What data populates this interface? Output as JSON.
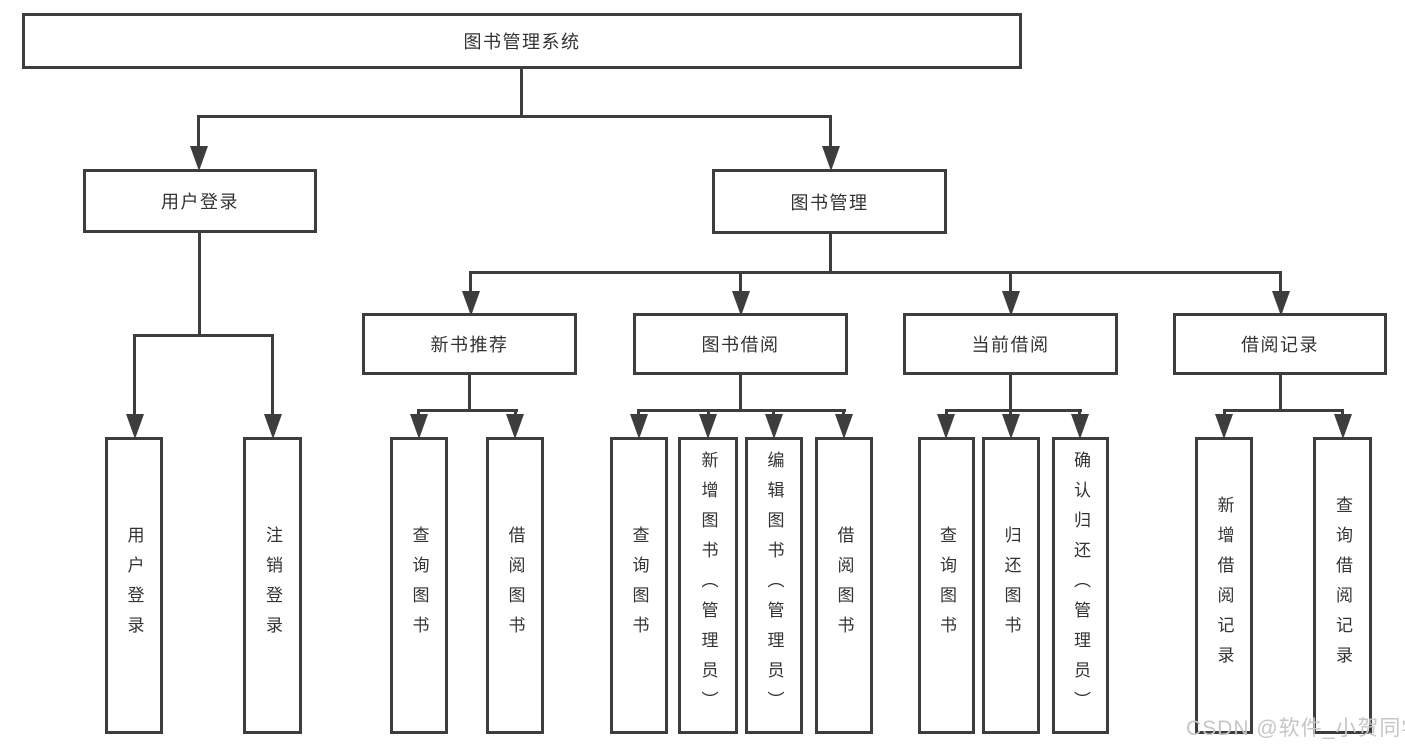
{
  "diagram": {
    "root_label": "图书管理系统",
    "branches": [
      {
        "label": "用户登录",
        "children": [
          "用户登录",
          "注销登录"
        ]
      },
      {
        "label": "图书管理",
        "groups": [
          {
            "label": "新书推荐",
            "children": [
              "查询图书",
              "借阅图书"
            ]
          },
          {
            "label": "图书借阅",
            "children": [
              "查询图书",
              "新增图书（管理员）",
              "编辑图书（管理员）",
              "借阅图书"
            ]
          },
          {
            "label": "当前借阅",
            "children": [
              "查询图书",
              "归还图书",
              "确认归还（管理员）"
            ]
          },
          {
            "label": "借阅记录",
            "children": [
              "新增借阅记录",
              "查询借阅记录"
            ]
          }
        ]
      }
    ]
  },
  "watermark": {
    "text": "CSDN @软件_小贺同学"
  },
  "colors": {
    "line": "#3d3d3d",
    "text": "#333333",
    "watermark": "#c6c6c6",
    "background": "#ffffff"
  }
}
